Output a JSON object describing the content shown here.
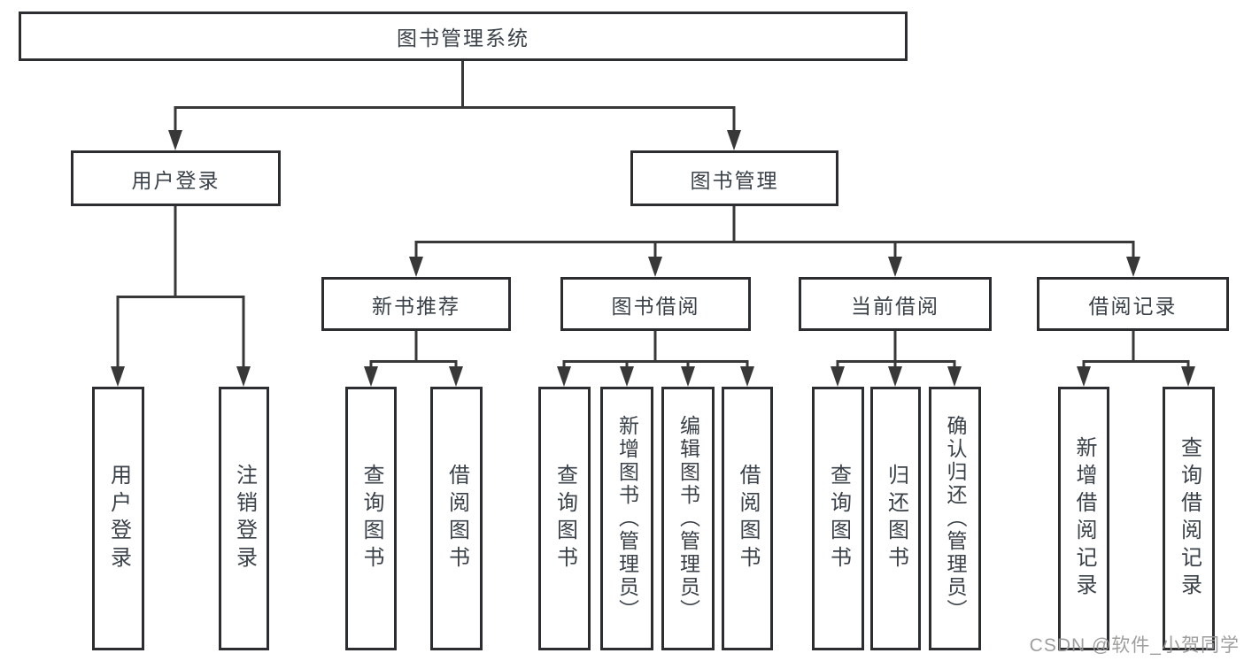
{
  "tree": {
    "root": {
      "label": "图书管理系统",
      "children": [
        {
          "label": "用户登录",
          "children": [
            {
              "label": "用户登录"
            },
            {
              "label": "注销登录"
            }
          ]
        },
        {
          "label": "图书管理",
          "children": [
            {
              "label": "新书推荐",
              "children": [
                {
                  "label": "查询图书"
                },
                {
                  "label": "借阅图书"
                }
              ]
            },
            {
              "label": "图书借阅",
              "children": [
                {
                  "label": "查询图书"
                },
                {
                  "label": "新增图书（管理员）"
                },
                {
                  "label": "编辑图书（管理员）"
                },
                {
                  "label": "借阅图书"
                }
              ]
            },
            {
              "label": "当前借阅",
              "children": [
                {
                  "label": "查询图书"
                },
                {
                  "label": "归还图书"
                },
                {
                  "label": "确认归还（管理员）"
                }
              ]
            },
            {
              "label": "借阅记录",
              "children": [
                {
                  "label": "新增借阅记录"
                },
                {
                  "label": "查询借阅记录"
                }
              ]
            }
          ]
        }
      ]
    }
  },
  "watermark": {
    "text": "CSDN @软件_小贺同学"
  },
  "colors": {
    "box_border": "#2b2d30",
    "connector_line": "#383838",
    "node_text": "#3a4149",
    "watermark_text": "#969696",
    "background": "#ffffff"
  }
}
